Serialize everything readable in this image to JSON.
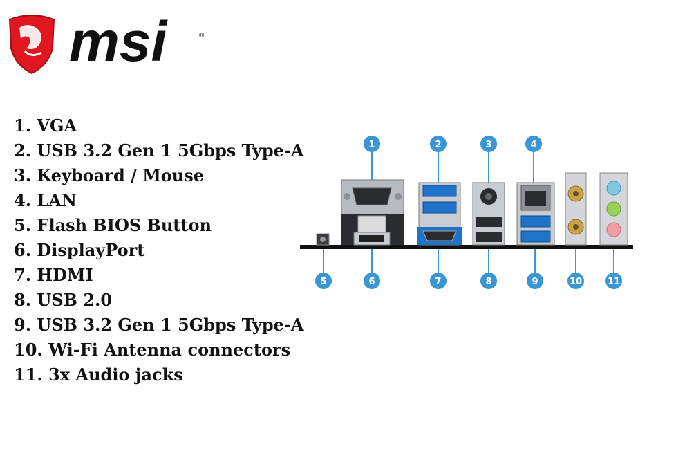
{
  "brand": {
    "name": "msi",
    "registered_mark": "®",
    "colors": {
      "shield_red": "#e0171f",
      "shield_dark": "#a50f14",
      "wordmark": "#111111"
    }
  },
  "legend": [
    "1. VGA",
    "2. USB 3.2 Gen 1 5Gbps Type-A",
    "3. Keyboard / Mouse",
    "4. LAN",
    "5. Flash BIOS Button",
    "6. DisplayPort",
    "7. HDMI",
    "8. USB 2.0",
    "9. USB 3.2 Gen 1 5Gbps Type-A",
    "10. Wi-Fi Antenna connectors",
    "11. 3x Audio jacks"
  ],
  "callouts": {
    "top": [
      "1",
      "2",
      "3",
      "4"
    ],
    "bottom": [
      "5",
      "6",
      "7",
      "8",
      "9",
      "10",
      "11"
    ]
  },
  "colors": {
    "callout_fill": "#3a97d4",
    "usb3_blue": "#1f73c9",
    "audio_blue": "#7ec8e3",
    "audio_green": "#9bd15b",
    "audio_pink": "#f2a0a7",
    "antenna_gold": "#c9a24a",
    "metal": "#c8cbcf",
    "baseboard": "#111111"
  },
  "icons": [
    "msi-dragon-shield-logo"
  ]
}
